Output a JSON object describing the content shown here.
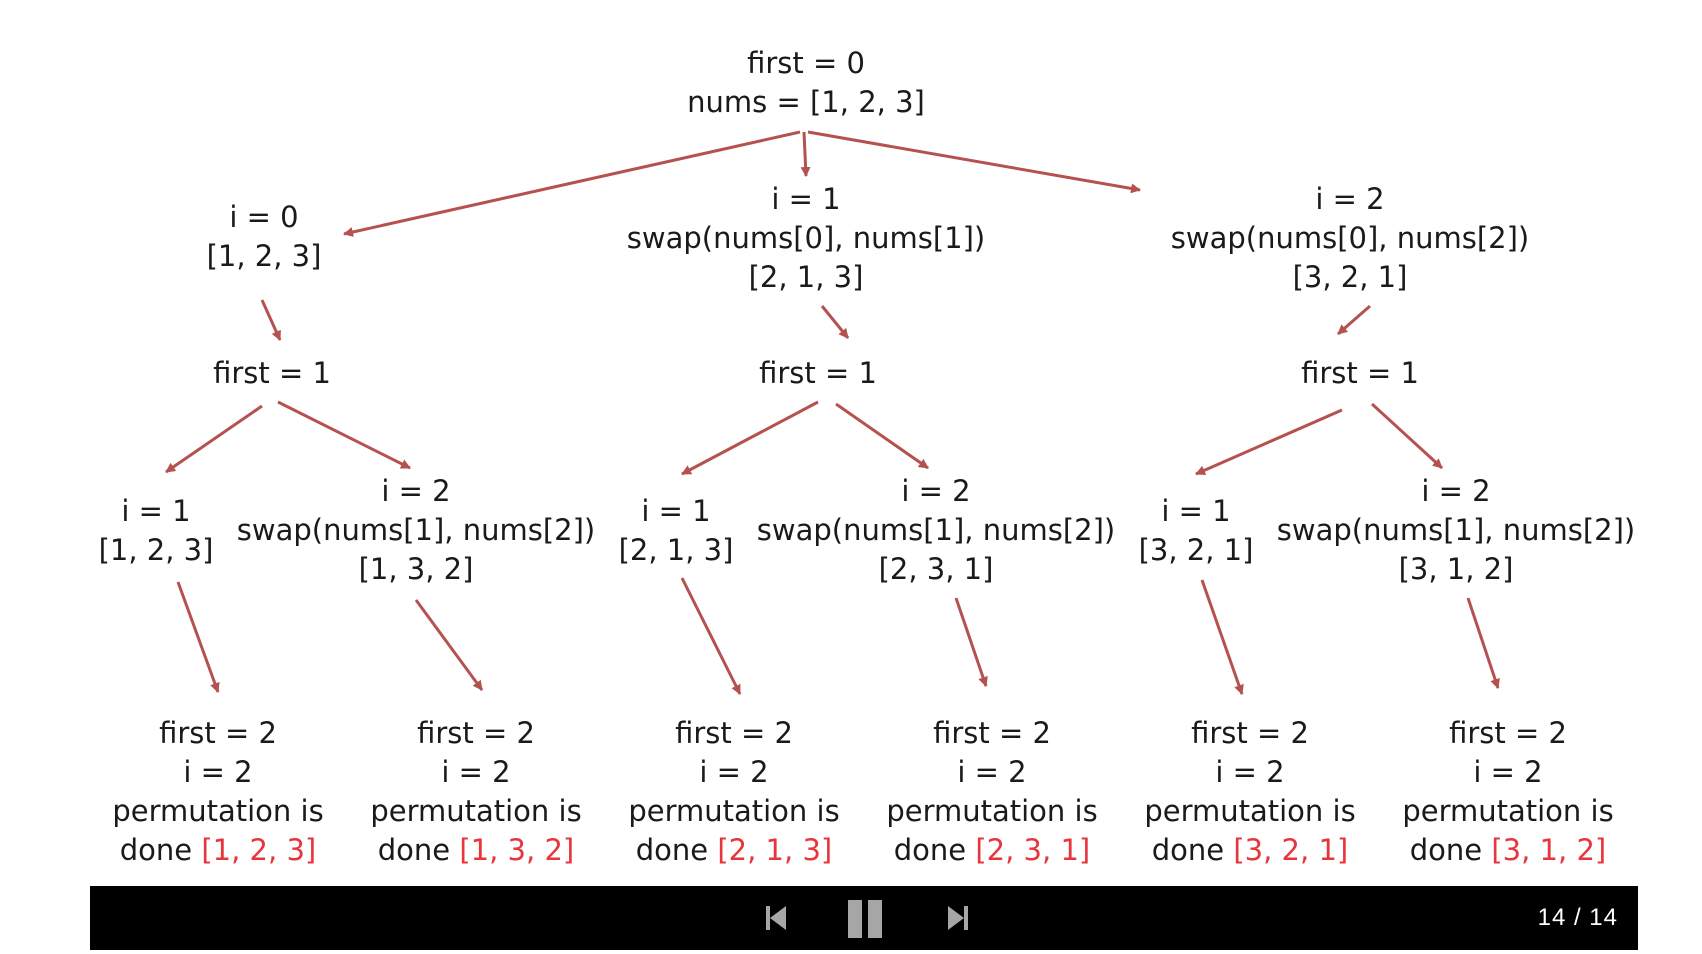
{
  "diagram": {
    "root": {
      "lines": [
        "first = 0",
        "nums = [1, 2, 3]"
      ]
    },
    "level1": [
      {
        "lines": [
          "i = 0",
          "[1, 2, 3]"
        ]
      },
      {
        "lines": [
          "i = 1",
          "swap(nums[0], nums[1])",
          "[2, 1, 3]"
        ]
      },
      {
        "lines": [
          "i = 2",
          "swap(nums[0], nums[2])",
          "[3, 2, 1]"
        ]
      }
    ],
    "level2": [
      {
        "lines": [
          "first = 1"
        ]
      },
      {
        "lines": [
          "first = 1"
        ]
      },
      {
        "lines": [
          "first = 1"
        ]
      }
    ],
    "level3": [
      {
        "lines": [
          "i = 1",
          "[1, 2, 3]"
        ]
      },
      {
        "lines": [
          "i = 2",
          "swap(nums[1], nums[2])",
          "[1, 3, 2]"
        ]
      },
      {
        "lines": [
          "i = 1",
          "[2, 1, 3]"
        ]
      },
      {
        "lines": [
          "i = 2",
          "swap(nums[1], nums[2])",
          "[2, 3, 1]"
        ]
      },
      {
        "lines": [
          "i = 1",
          "[3, 2, 1]"
        ]
      },
      {
        "lines": [
          "i = 2",
          "swap(nums[1], nums[2])",
          "[3, 1, 2]"
        ]
      }
    ],
    "leaves": [
      {
        "first": "first = 2",
        "i": "i = 2",
        "text": "permutation is",
        "done": "done",
        "result": "[1, 2, 3]"
      },
      {
        "first": "first = 2",
        "i": "i = 2",
        "text": "permutation is",
        "done": "done",
        "result": "[1, 3, 2]"
      },
      {
        "first": "first = 2",
        "i": "i = 2",
        "text": "permutation is",
        "done": "done",
        "result": "[2, 1, 3]"
      },
      {
        "first": "first = 2",
        "i": "i = 2",
        "text": "permutation is",
        "done": "done",
        "result": "[2, 3, 1]"
      },
      {
        "first": "first = 2",
        "i": "i = 2",
        "text": "permutation is",
        "done": "done",
        "result": "[3, 2, 1]"
      },
      {
        "first": "first = 2",
        "i": "i = 2",
        "text": "permutation is",
        "done": "done",
        "result": "[3, 1, 2]"
      }
    ]
  },
  "colors": {
    "arrow": "#b5524f",
    "highlight": "#e8353b",
    "text": "#1a1a1a",
    "controls_bg": "#000000",
    "controls_fg": "#a6a6a6"
  },
  "controls": {
    "prev_icon": "skip-previous-icon",
    "pause_icon": "pause-icon",
    "next_icon": "skip-next-icon",
    "counter": "14 / 14"
  }
}
